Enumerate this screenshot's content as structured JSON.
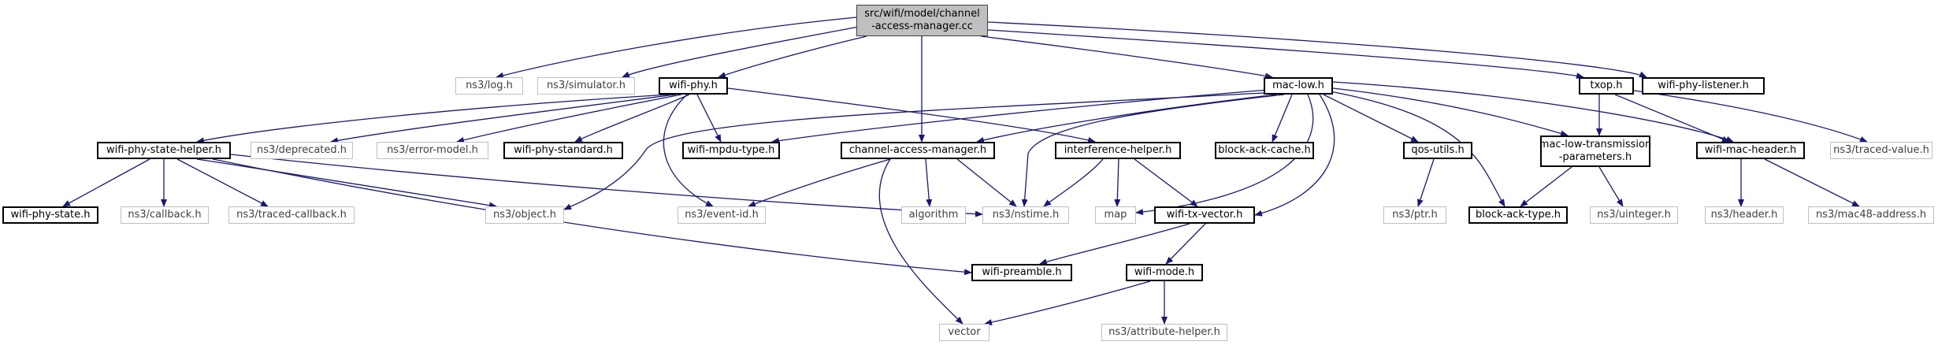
{
  "colors": {
    "edge": "#191970",
    "file_border": "#000000",
    "external_border": "#bfbfbf",
    "root_fill": "#bfbfbf"
  },
  "nodes": {
    "root_line1": "src/wifi/model/channel",
    "root_line2": "-access-manager.cc",
    "ns3_log": "ns3/log.h",
    "ns3_simulator": "ns3/simulator.h",
    "wifi_phy": "wifi-phy.h",
    "mac_low": "mac-low.h",
    "txop": "txop.h",
    "wifi_phy_listener": "wifi-phy-listener.h",
    "wifi_phy_state_helper": "wifi-phy-state-helper.h",
    "ns3_deprecated": "ns3/deprecated.h",
    "ns3_error_model": "ns3/error-model.h",
    "wifi_phy_standard": "wifi-phy-standard.h",
    "wifi_mpdu_type": "wifi-mpdu-type.h",
    "channel_access_manager": "channel-access-manager.h",
    "interference_helper": "interference-helper.h",
    "block_ack_cache": "block-ack-cache.h",
    "qos_utils": "qos-utils.h",
    "mac_low_tx_params_line1": "mac-low-transmission",
    "mac_low_tx_params_line2": "-parameters.h",
    "wifi_mac_header": "wifi-mac-header.h",
    "ns3_traced_value": "ns3/traced-value.h",
    "wifi_phy_state": "wifi-phy-state.h",
    "ns3_callback": "ns3/callback.h",
    "ns3_traced_callback": "ns3/traced-callback.h",
    "ns3_object": "ns3/object.h",
    "ns3_event_id": "ns3/event-id.h",
    "algorithm": "algorithm",
    "ns3_nstime": "ns3/nstime.h",
    "map": "map",
    "wifi_tx_vector": "wifi-tx-vector.h",
    "ns3_ptr": "ns3/ptr.h",
    "block_ack_type": "block-ack-type.h",
    "ns3_uinteger": "ns3/uinteger.h",
    "ns3_header": "ns3/header.h",
    "ns3_mac48_address": "ns3/mac48-address.h",
    "wifi_preamble": "wifi-preamble.h",
    "wifi_mode": "wifi-mode.h",
    "vector": "vector",
    "ns3_attribute_helper": "ns3/attribute-helper.h"
  }
}
